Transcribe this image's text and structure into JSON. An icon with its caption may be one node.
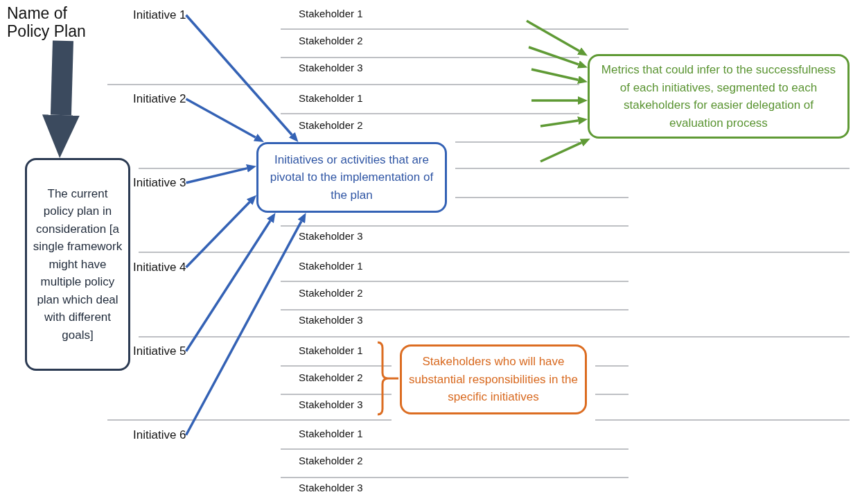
{
  "diagram": {
    "nodes": [
      {
        "text": [
          "Name of Policy Plan"
        ]
      },
      {
        "text": [
          "The current policy plan in consideration [a single framework might have multiple policy plan which deal with different goals]"
        ]
      },
      {
        "text": [
          "Initiative 1"
        ]
      },
      {
        "text": [
          "Initiative 2"
        ]
      },
      {
        "text": [
          "Initiative 3"
        ]
      },
      {
        "text": [
          "Initiative 4"
        ]
      },
      {
        "text": [
          "Initiative 5"
        ]
      },
      {
        "text": [
          "Initiative 6"
        ]
      },
      {
        "text": [
          "Initiatives or activities that are pivotal to the implementation of the plan"
        ]
      },
      {
        "text": [
          "Metrics that could infer to the successfulness of each initiatives, segmented to each stakeholders for easier delegation of evaluation process"
        ]
      },
      {
        "text": [
          "Stakeholders who will have substantial responsibilities in the specific initiatives"
        ]
      }
    ],
    "edges": [
      {
        "from": 0,
        "to": 1,
        "arrow": "to",
        "style": "thick",
        "color": "#3b4a5e"
      },
      {
        "from": 2,
        "to": 8,
        "arrow": "to",
        "color": "#3462b5"
      },
      {
        "from": 3,
        "to": 8,
        "arrow": "to",
        "color": "#3462b5"
      },
      {
        "from": 4,
        "to": 8,
        "arrow": "to",
        "color": "#3462b5"
      },
      {
        "from": 5,
        "to": 8,
        "arrow": "to",
        "color": "#3462b5"
      },
      {
        "from": 6,
        "to": 8,
        "arrow": "to",
        "color": "#3462b5"
      },
      {
        "from": 7,
        "to": 8,
        "arrow": "to",
        "color": "#3462b5"
      },
      {
        "from": null,
        "to": 9,
        "arrow": "to",
        "color": "#5f9a35"
      },
      {
        "from": null,
        "to": 9,
        "arrow": "to",
        "color": "#5f9a35"
      },
      {
        "from": null,
        "to": 9,
        "arrow": "to",
        "color": "#5f9a35"
      },
      {
        "from": null,
        "to": 9,
        "arrow": "to",
        "color": "#5f9a35"
      },
      {
        "from": null,
        "to": 9,
        "arrow": "to",
        "color": "#5f9a35"
      },
      {
        "from": null,
        "to": 9,
        "arrow": "to",
        "color": "#5f9a35"
      }
    ],
    "labels": [
      "Stakeholder 1",
      "Stakeholder 2",
      "Stakeholder 3",
      "Stakeholder 1",
      "Stakeholder 2",
      "Stakeholder 3",
      "Stakeholder 1",
      "Stakeholder 2",
      "Stakeholder 3",
      "Stakeholder 1",
      "Stakeholder 2",
      "Stakeholder 3",
      "Stakeholder 1",
      "Stakeholder 2",
      "Stakeholder 3"
    ]
  }
}
